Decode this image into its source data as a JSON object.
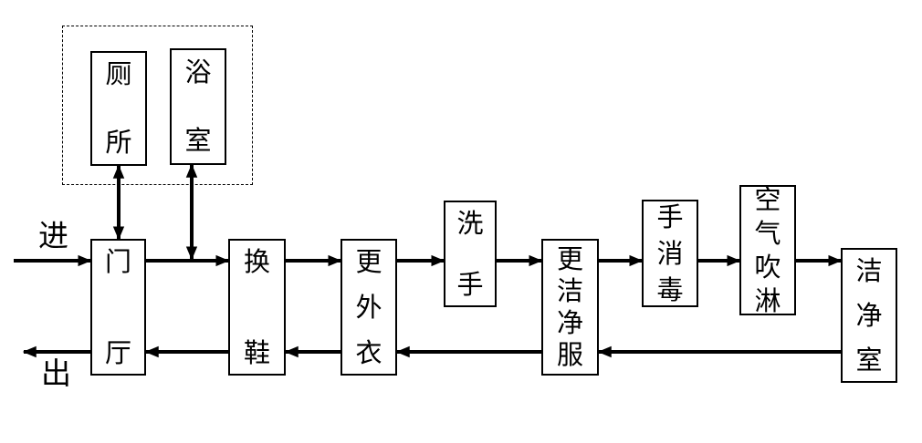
{
  "diagram": {
    "title_hint": "cleanroom-entry-flow",
    "entry_label": "进",
    "exit_label": "出",
    "nodes": {
      "toilet": "厕\n所",
      "bathroom": "浴\n室",
      "hall": "门\n厅",
      "change_shoes": "换\n鞋",
      "change_outerwear": "更\n外\n衣",
      "wash_hands": "洗\n手",
      "change_clean_clothes": "更\n洁\n净\n服",
      "hand_disinfection": "手\n消\n毒",
      "air_shower": "空\n气\n吹\n淋",
      "clean_room": "洁\n净\n室"
    },
    "colors": {
      "line": "#000000",
      "box_border": "#000000",
      "background": "#ffffff"
    }
  }
}
